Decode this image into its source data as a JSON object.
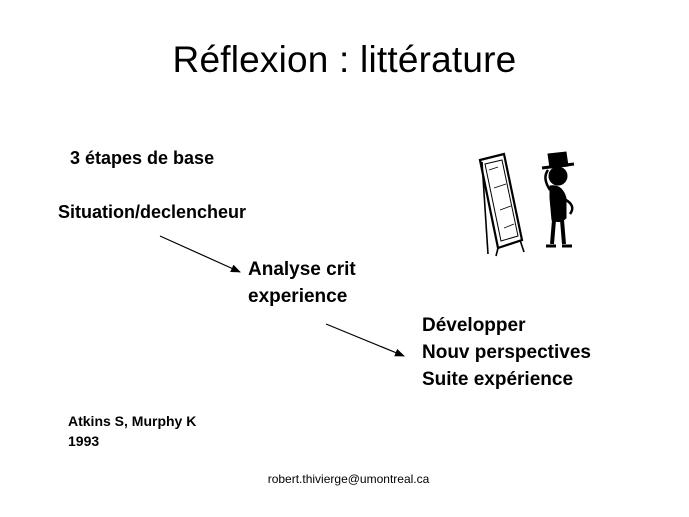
{
  "slide": {
    "title": "Réflexion : littérature",
    "steps_heading": "3 étapes de base",
    "step1": "Situation/declencheur",
    "step2": {
      "line1": "Analyse crit",
      "line2": "experience"
    },
    "step3": {
      "line1": "Développer",
      "line2": "Nouv perspectives",
      "line3": "Suite expérience"
    },
    "reference": {
      "line1": "Atkins S, Murphy K",
      "line2": "1993"
    },
    "footer_email": "robert.thivierge@umontreal.ca"
  },
  "illustration": {
    "icon": "man-looking-in-mirror-icon"
  },
  "colors": {
    "background": "#ffffff",
    "text": "#000000"
  }
}
